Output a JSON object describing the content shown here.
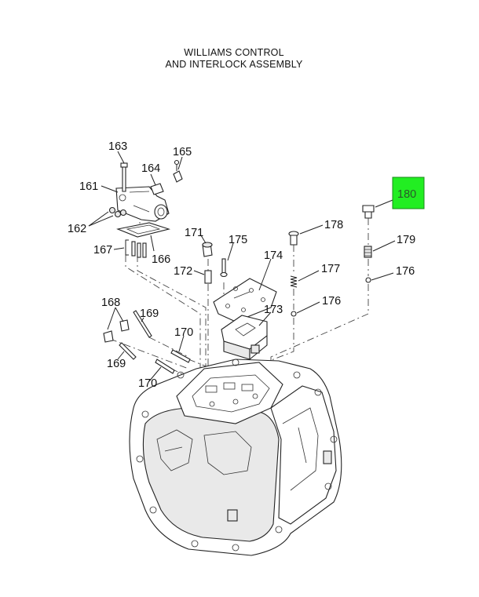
{
  "title": {
    "line1": "WILLIAMS CONTROL",
    "line2": "AND INTERLOCK ASSEMBLY"
  },
  "highlight_color": "#22ee22",
  "callouts": {
    "c161": "161",
    "c162": "162",
    "c163": "163",
    "c164": "164",
    "c165": "165",
    "c166": "166",
    "c167": "167",
    "c168": "168",
    "c169a": "169",
    "c169b": "169",
    "c170a": "170",
    "c170b": "170",
    "c171": "171",
    "c172": "172",
    "c173": "173",
    "c174": "174",
    "c175": "175",
    "c176a": "176",
    "c176b": "176",
    "c177": "177",
    "c178": "178",
    "c179": "179",
    "c180": "180"
  }
}
